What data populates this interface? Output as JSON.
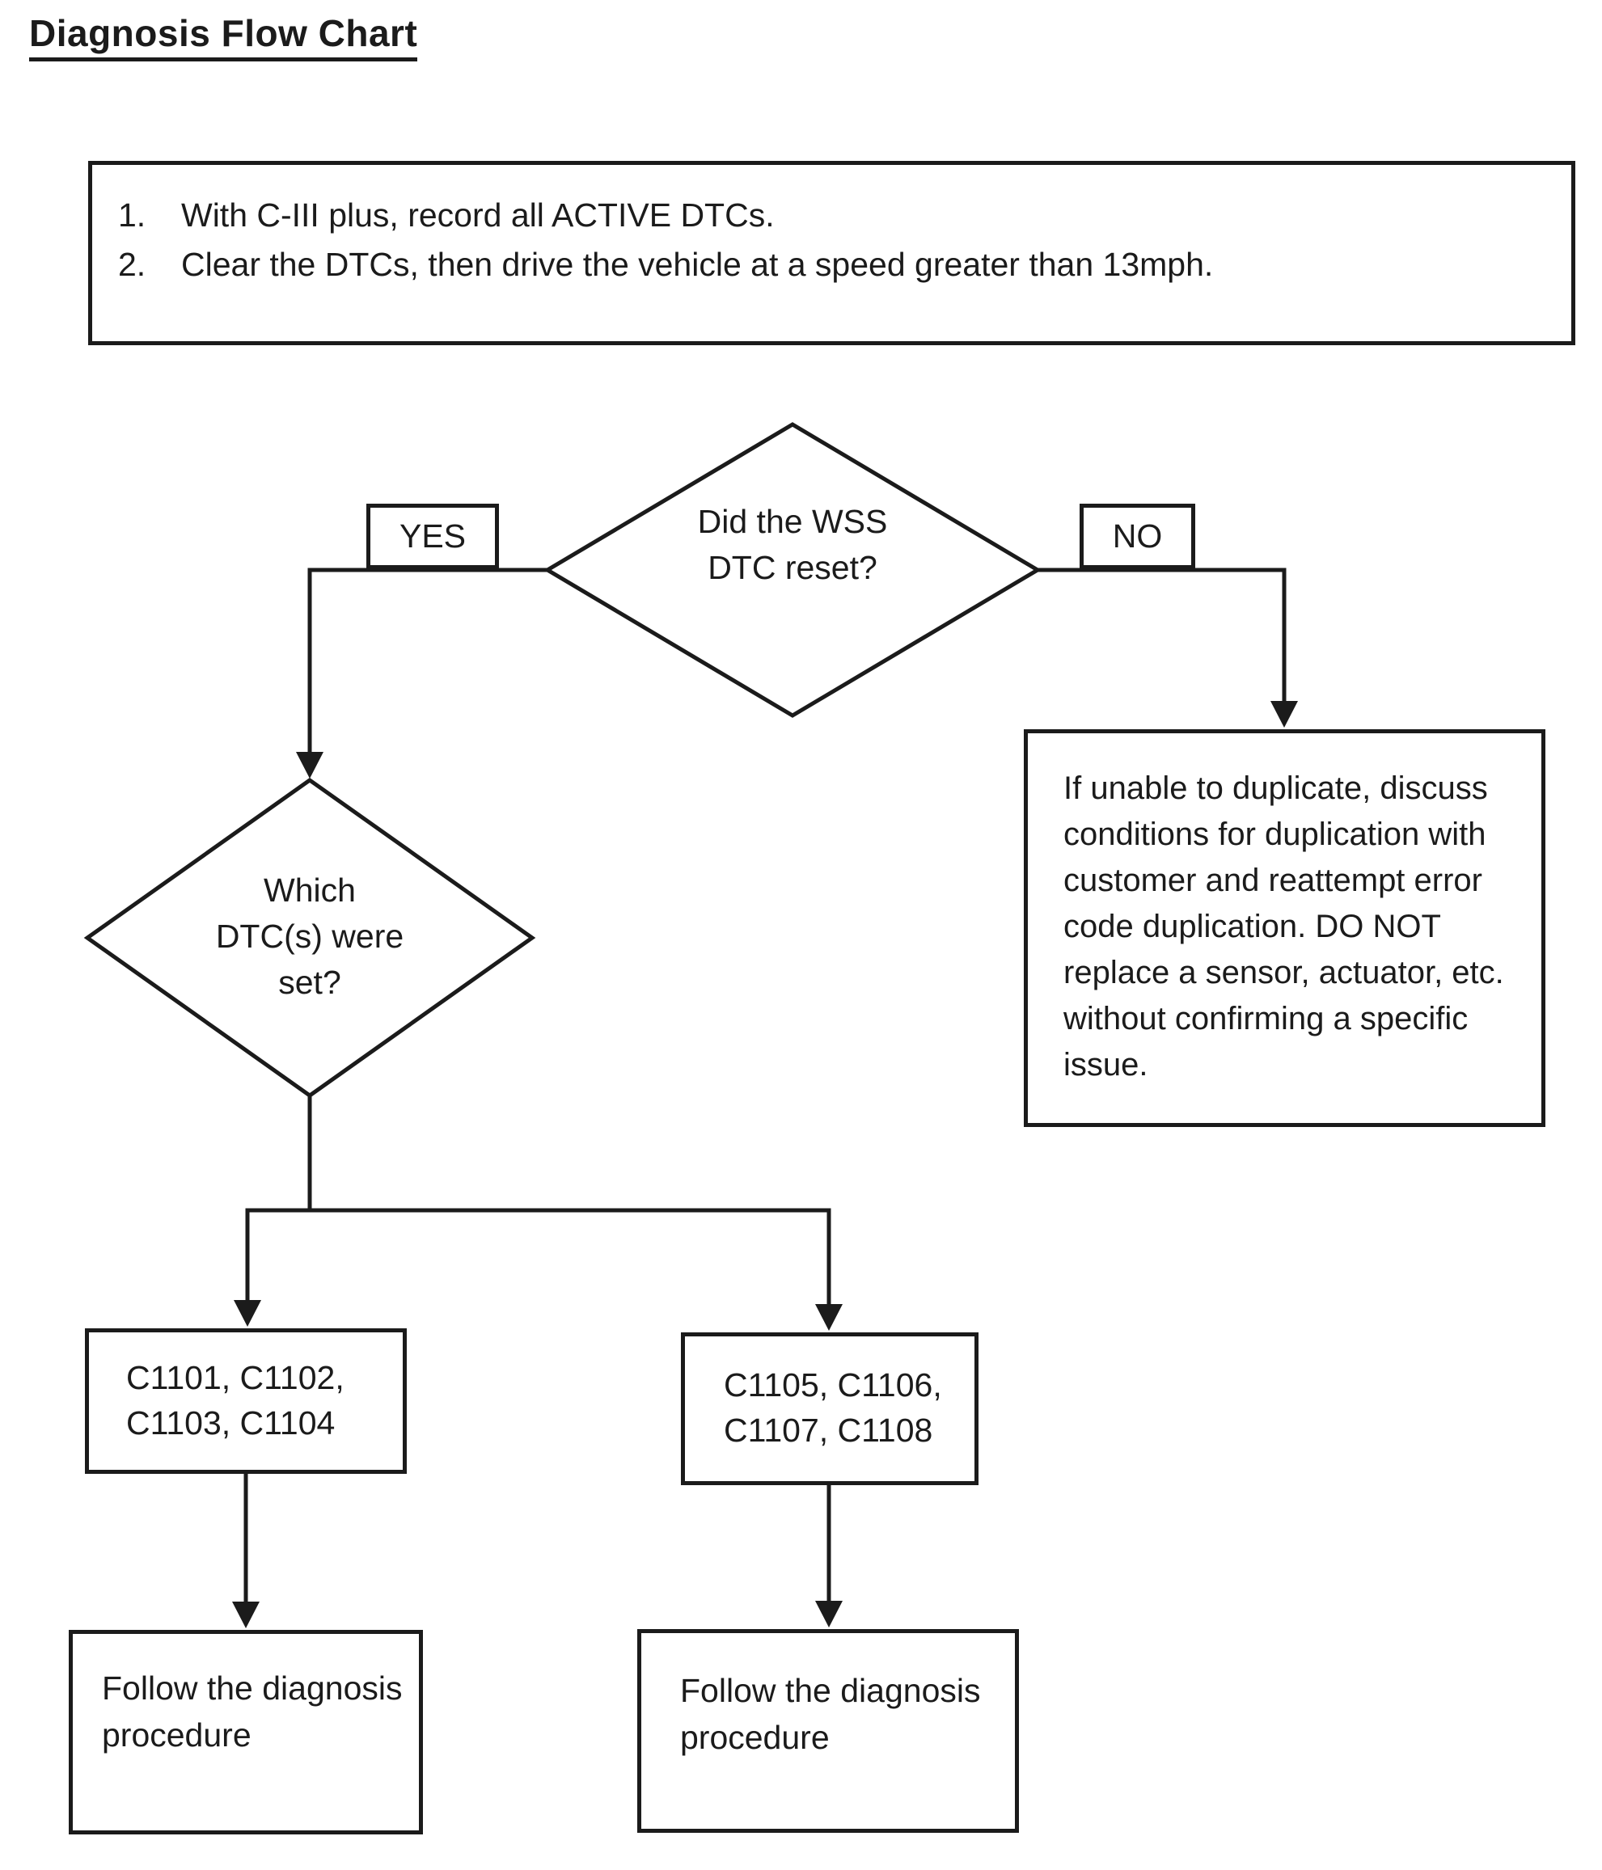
{
  "title": "Diagnosis Flow Chart",
  "colors": {
    "ink": "#1b1b1b",
    "background": "#ffffff"
  },
  "instructions": {
    "items": [
      {
        "num": "1.",
        "text": "With C-III plus, record all ACTIVE DTCs."
      },
      {
        "num": "2.",
        "text": "Clear the DTCs, then drive the vehicle at a speed greater than 13mph."
      }
    ]
  },
  "labels": {
    "yes": "YES",
    "no": "NO"
  },
  "decision_wss": {
    "lines": [
      "Did the WSS",
      "DTC reset?"
    ]
  },
  "decision_dtc": {
    "lines": [
      "Which",
      "DTC(s) were",
      "set?"
    ]
  },
  "no_outcome": {
    "lines": [
      "If unable to duplicate, discuss",
      "conditions for duplication with",
      "customer and reattempt error",
      "code duplication. DO NOT",
      "replace a sensor, actuator, etc.",
      "without confirming a specific",
      "issue."
    ]
  },
  "dtc_group_left": {
    "lines": [
      "C1101, C1102,",
      "C1103, C1104"
    ]
  },
  "dtc_group_right": {
    "lines": [
      "C1105, C1106,",
      "C1107, C1108"
    ]
  },
  "result_left": {
    "lines": [
      "Follow the diagnosis",
      "procedure"
    ]
  },
  "result_right": {
    "lines": [
      "Follow the diagnosis",
      "procedure"
    ]
  }
}
